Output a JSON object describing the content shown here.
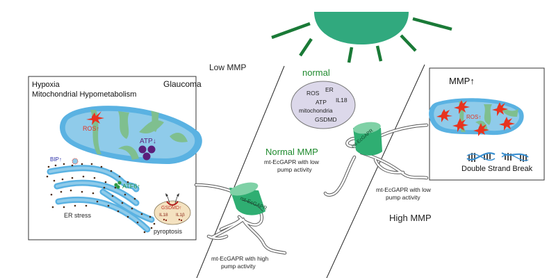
{
  "colors": {
    "sun": "#31a97e",
    "sun_rays": "#1a7a37",
    "green_text": "#1f8a2e",
    "mito_outer": "#5ab2e2",
    "mito_inner": "#8fcbea",
    "cristae": "#7fbf8f",
    "ros_red": "#e8331f",
    "atp_purple": "#5b1f7a",
    "bip_blue": "#2b2fa8",
    "normal_ellipse": "#dcd8ea",
    "pyroptosis_cell": "#f4e2c0",
    "protein_green": "#2fae72"
  },
  "left_panel": {
    "title_left": "Hypoxia",
    "title_right": "Glaucoma",
    "subtitle": "Mitochondrial Hypometabolism",
    "ros_label": "ROS↑",
    "atp_label": "ATP↓",
    "bip_label": "BIP↑",
    "atf6_label": "ATF6↑",
    "er_label": "ER stress",
    "gsdmd_label": "GSDMD↑",
    "il18_label": "IL18",
    "il1b_label": "IL1β",
    "pyroptosis_label": "pyroptosis"
  },
  "low_mmp": {
    "label": "Low MMP",
    "protein_label": "mt-EcGAPR",
    "caption_line1": "mt-EcGAPR with high",
    "caption_line2": "pump activity"
  },
  "normal": {
    "title": "normal",
    "items": [
      "ROS",
      "ER",
      "ATP",
      "IL18",
      "mitochondria",
      "GSDMD"
    ],
    "mmp_label": "Normal MMP",
    "caption_line1": "mt-EcGAPR with low",
    "caption_line2": "pump activity",
    "protein_label": "mt-EcGAPR"
  },
  "high_mmp": {
    "label": "High MMP",
    "caption_line1": "mt-EcGAPR with low",
    "caption_line2": "pump activity"
  },
  "right_panel": {
    "title": "MMP↑",
    "ros_label": "ROS↑",
    "dsb_label": "Double Strand Break"
  }
}
